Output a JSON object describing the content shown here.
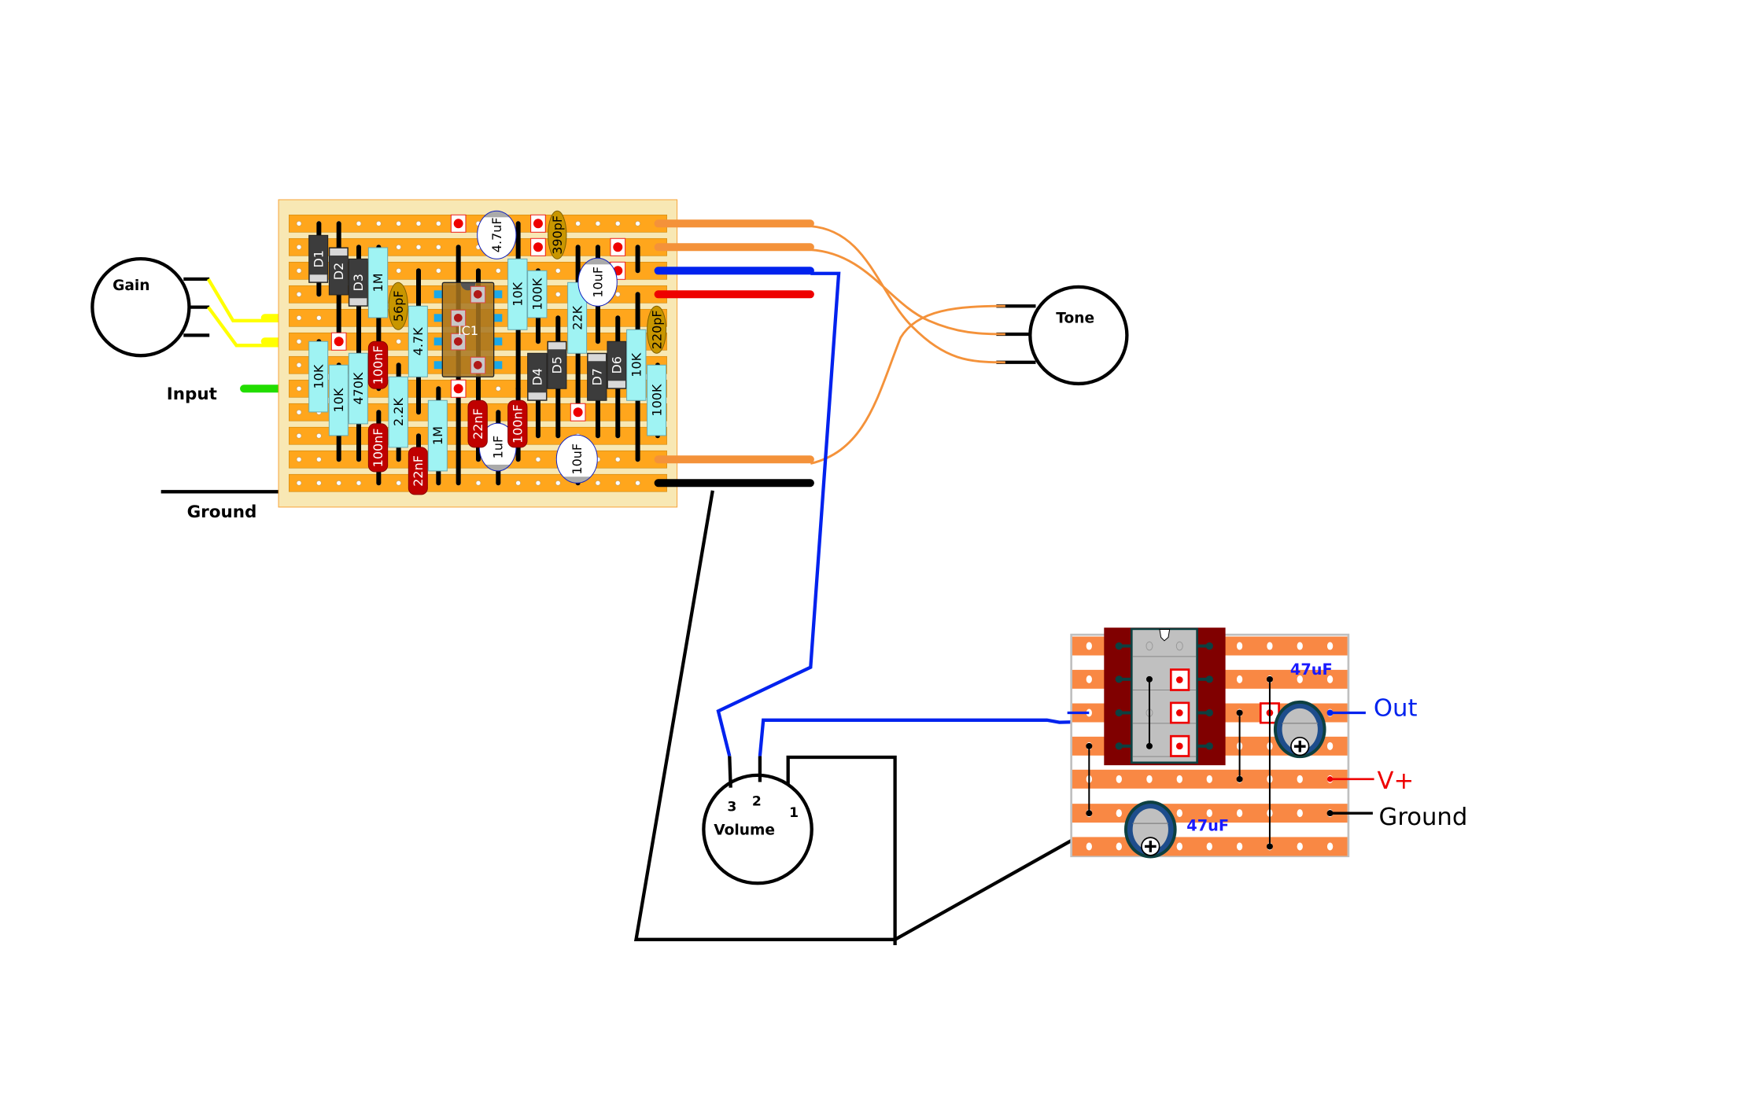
{
  "colors": {
    "board_bg": "#f8e8b4",
    "strip": "#ffa61c",
    "resistor": "#9ff3f3",
    "diode": "#3c3c3c",
    "film_cap": "#c00000",
    "ceramic_cap": "#c89600",
    "wire_yellow": "#ffff00",
    "wire_green": "#22dd00",
    "wire_blue": "#0022ee",
    "wire_red": "#ee0000",
    "wire_orange": "#f4923a",
    "board2_strip": "#f98844",
    "board2_chip_bg": "#800000"
  },
  "board1": {
    "ic_label": "IC1",
    "components": [
      "D1",
      "D2",
      "D3",
      "1M",
      "56pF",
      "4.7K",
      "4.7uF",
      "390pF",
      "10K",
      "100K",
      "22K",
      "10uF",
      "220pF",
      "D5",
      "D4",
      "D7",
      "D6",
      "10K",
      "100K",
      "10K",
      "10K",
      "470K",
      "100nF",
      "2.2K",
      "100nF",
      "22nF",
      "1M",
      "1uF",
      "22nF",
      "100nF",
      "10uF"
    ]
  },
  "offboard": {
    "gain": "Gain",
    "input": "Input",
    "ground": "Ground",
    "tone": "Tone",
    "volume": "Volume",
    "lug_3": "3",
    "lug_2": "2",
    "lug_1": "1"
  },
  "board2": {
    "cap_top": "47uF",
    "cap_bottom": "47uF",
    "out": "Out",
    "vplus": "V+",
    "ground": "Ground"
  }
}
